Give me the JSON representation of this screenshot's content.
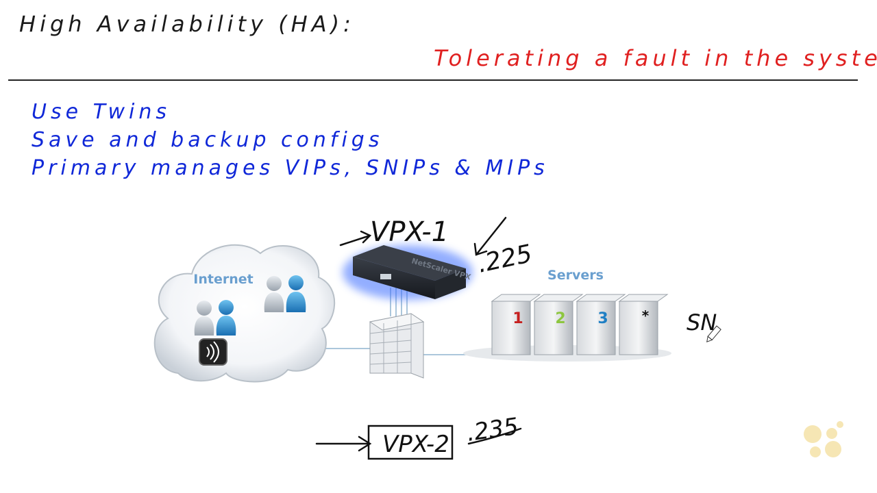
{
  "header": {
    "title": "High Availability (HA):",
    "subtitle": "Tolerating a fault in the system"
  },
  "notes": {
    "bullets": [
      "Use Twins",
      "Save and backup configs",
      "Primary manages VIPs, SNIPs & MIPs"
    ]
  },
  "diagram": {
    "internet_label": "Internet",
    "servers_label": "Servers",
    "device_label": "NetScaler VPX",
    "server_ids": [
      "1",
      "2",
      "3",
      "*"
    ],
    "server_colors": [
      "#c62020",
      "#8dc63f",
      "#1f7fc4",
      "#111111"
    ],
    "annotations": {
      "vpx1": "VPX-1",
      "vpx1_ip": ".225",
      "vpx2": "VPX-2",
      "vpx2_ip": ".235",
      "snip": "SN"
    }
  },
  "colors": {
    "title": "#1a1a1a",
    "subtitle": "#e02020",
    "bullets": "#1028d8",
    "label_blue": "#6a9fcf"
  }
}
